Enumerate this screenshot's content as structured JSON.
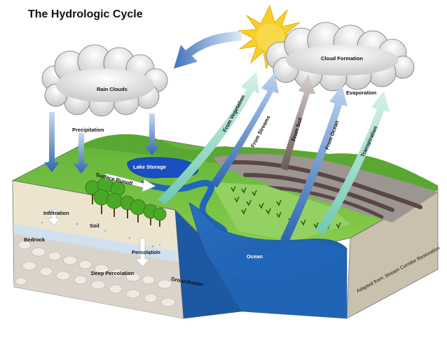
{
  "title": "The Hydrologic Cycle",
  "labels": {
    "rain_clouds": "Rain Clouds",
    "cloud_formation": "Cloud Formation",
    "evaporation": "Evaporation",
    "precipitation": "Precipitation",
    "lake_storage": "Lake Storage",
    "surface_runoff": "Surface Runoff",
    "infiltration": "Infiltration",
    "soil": "Soil",
    "bedrock": "Bedrock",
    "percolation": "Percolation",
    "deep_percolation": "Deep Percolation",
    "groundwater": "Groundwater",
    "ocean": "Ocean",
    "from_vegetation": "From Vegetation",
    "from_streams": "From Streams",
    "from_soil": "From Soil",
    "from_ocean": "From Ocean",
    "transpiration": "Transpiration",
    "credit": "Adapted from: Stream Corridor Restoration"
  },
  "colors": {
    "sky_arrow": "#4a7fc1",
    "sun": "#f7cf2a",
    "grass": "#6cbf3a",
    "ocean": "#2166b8",
    "soil": "#e6ddc8",
    "bedrock": "#d8d2c8",
    "vegetation_arrow": "#8fd3c0",
    "soil_arrow": "#7a6a66"
  }
}
